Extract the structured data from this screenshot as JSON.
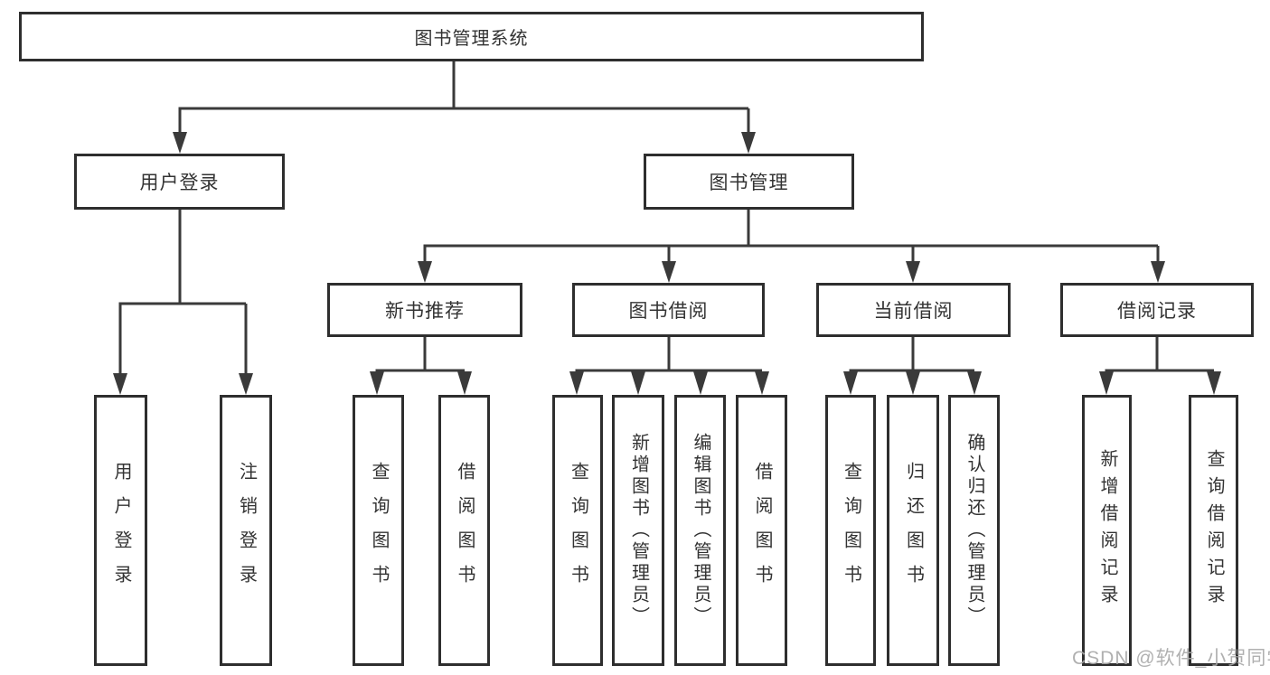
{
  "root": {
    "label": "图书管理系统"
  },
  "branches": [
    {
      "label": "用户登录",
      "children": [
        {
          "label": "用户登录"
        },
        {
          "label": "注销登录"
        }
      ]
    },
    {
      "label": "图书管理",
      "children": [
        {
          "label": "新书推荐",
          "children": [
            {
              "label": "查询图书"
            },
            {
              "label": "借阅图书"
            }
          ]
        },
        {
          "label": "图书借阅",
          "children": [
            {
              "label": "查询图书"
            },
            {
              "label": "新增图书（管理员）"
            },
            {
              "label": "编辑图书（管理员）"
            },
            {
              "label": "借阅图书"
            }
          ]
        },
        {
          "label": "当前借阅",
          "children": [
            {
              "label": "查询图书"
            },
            {
              "label": "归还图书"
            },
            {
              "label": "确认归还（管理员）"
            }
          ]
        },
        {
          "label": "借阅记录",
          "children": [
            {
              "label": "新增借阅记录"
            },
            {
              "label": "查询借阅记录"
            }
          ]
        }
      ]
    }
  ],
  "watermark": "CSDN @软件_小贺同学",
  "colors": {
    "line": "#3a3a3a",
    "box_border": "#2e2e2e",
    "text": "#333333",
    "background": "#ffffff",
    "watermark": "#a8a8a8"
  }
}
